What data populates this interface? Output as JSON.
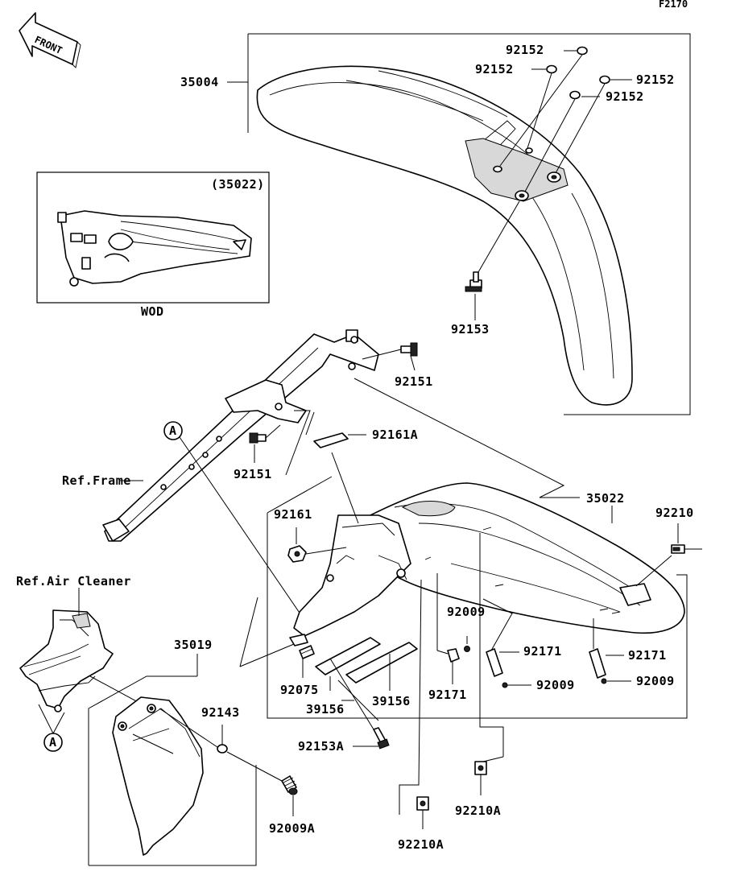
{
  "diagram_code": "F2170",
  "front_arrow_label": "FRONT",
  "inset": {
    "part_ref": "(35022)",
    "caption": "WOD"
  },
  "callouts": {
    "front_fender": "35004",
    "washer_1": "92152",
    "washer_2": "92152",
    "washer_3": "92152",
    "washer_4": "92152",
    "bolt_front": "92153",
    "bolt_frame_upper": "92151",
    "bolt_frame_lower": "92151",
    "ref_frame": "Ref.Frame",
    "ref_air_cleaner": "Ref.Air Cleaner",
    "pad_upper": "92161A",
    "nut_92161": "92161",
    "rear_fender": "35022",
    "clip_92210": "92210",
    "spring_92075": "92075",
    "pad_39156_a": "39156",
    "pad_39156_b": "39156",
    "screw_92009_top": "92009",
    "collar_92171_center": "92171",
    "collar_92171_right": "92171",
    "collar_92171_left": "92171",
    "screw_92009_mid": "92009",
    "screw_92009_right": "92009",
    "bolt_92153A": "92153A",
    "clip_92210A_left": "92210A",
    "clip_92210A_right": "92210A",
    "flap": "35019",
    "washer_92143": "92143",
    "screw_92009A": "92009A",
    "ref_a_upper": "A",
    "ref_a_lower": "A"
  }
}
